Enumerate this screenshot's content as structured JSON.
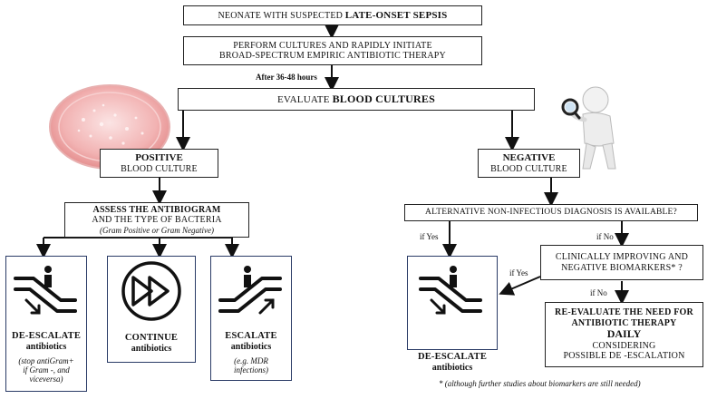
{
  "top": {
    "title_plain": "NEONATE WITH SUSPECTED ",
    "title_bold": "LATE-ONSET SEPSIS"
  },
  "step2": {
    "line1": "PERFORM CULTURES AND RAPIDLY INITIATE",
    "line2": "BROAD-SPECTRUM EMPIRIC ANTIBIOTIC THERAPY"
  },
  "timing_label": "After 36-48 hours",
  "evaluate": {
    "plain": "EVALUATE ",
    "bold": "BLOOD CULTURES"
  },
  "positive": {
    "title": "POSITIVE",
    "subtitle": "BLOOD CULTURE"
  },
  "negative": {
    "title": "NEGATIVE",
    "subtitle": "BLOOD CULTURE"
  },
  "assess": {
    "line1": "ASSESS THE ANTIBIOGRAM",
    "line2": "AND THE TYPE OF BACTERIA",
    "note": "(Gram Positive or Gram Negative)"
  },
  "actions": {
    "deescalate": {
      "title": "DE-ESCALATE",
      "sub": "antibiotics",
      "note1": "(stop antiGram+",
      "note2": "if Gram -, and",
      "note3": "viceversa)"
    },
    "continue": {
      "title": "CONTINUE",
      "sub": "antibiotics"
    },
    "escalate": {
      "title": "ESCALATE",
      "sub": "antibiotics",
      "note1": "(e.g. MDR",
      "note2": "infections)"
    },
    "deescalate_neg": {
      "title": "DE-ESCALATE",
      "sub": "antibiotics"
    }
  },
  "alternative": {
    "text": "ALTERNATIVE NON-INFECTIOUS DIAGNOSIS IS AVAILABLE?"
  },
  "clinical": {
    "line1": "CLINICALLY IMPROVING AND",
    "line2": "NEGATIVE BIOMARKERS* ?"
  },
  "reevaluate": {
    "line1": "RE-EVALUATE THE NEED FOR",
    "line2": "ANTIBIOTIC THERAPY",
    "line3": "DAILY",
    "line4": "CONSIDERING",
    "line5": "POSSIBLE DE -ESCALATION"
  },
  "branch_labels": {
    "if_yes_1": "if Yes",
    "if_no_1": "if No",
    "if_yes_2": "if Yes",
    "if_no_2": "if No"
  },
  "footnote": "* (although further studies about biomarkers are still needed)",
  "icons": {
    "deescalate": "escalator-down-icon",
    "continue": "fast-forward-icon",
    "escalate": "escalator-up-icon",
    "culture": "petri-dish-icon",
    "thinker": "magnifier-person-icon"
  },
  "colors": {
    "petri": "#f3b8b8",
    "petri_dark": "#e39595",
    "icon_border": "#2a3b66"
  }
}
